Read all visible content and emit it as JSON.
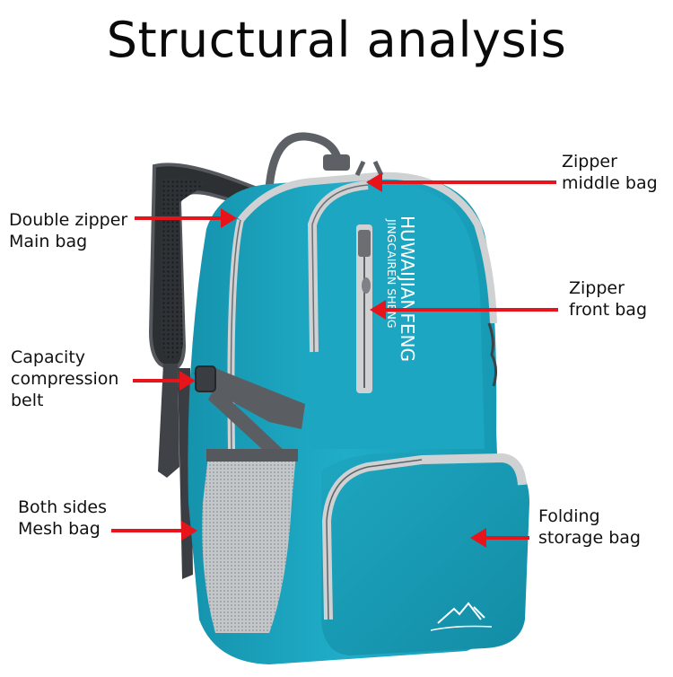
{
  "title": "Structural analysis",
  "colors": {
    "bag_main": "#1fa9c4",
    "bag_dark": "#137f97",
    "zipper_trim": "#c9c9c9",
    "strap": "#4a4d50",
    "mesh": "#b8bcc0",
    "arrow": "#e8141b",
    "text": "#111111"
  },
  "branding": {
    "line1": "HUWAIJIANFENG",
    "line2": "JINGCAIREN SHENG",
    "logo": "mountain-logo"
  },
  "callouts": [
    {
      "id": "double-zipper-main-bag",
      "side": "left",
      "lines": [
        "Double zipper",
        "Main bag"
      ]
    },
    {
      "id": "capacity-compression-belt",
      "side": "left",
      "lines": [
        "Capacity",
        "compression",
        "belt"
      ]
    },
    {
      "id": "both-sides-mesh-bag",
      "side": "left",
      "lines": [
        "Both sides",
        "Mesh bag"
      ]
    },
    {
      "id": "zipper-middle-bag",
      "side": "right",
      "lines": [
        "Zipper",
        "middle bag"
      ]
    },
    {
      "id": "zipper-front-bag",
      "side": "right",
      "lines": [
        "Zipper",
        "front bag"
      ]
    },
    {
      "id": "folding-storage-bag",
      "side": "right",
      "lines": [
        "Folding",
        "storage bag"
      ]
    }
  ]
}
